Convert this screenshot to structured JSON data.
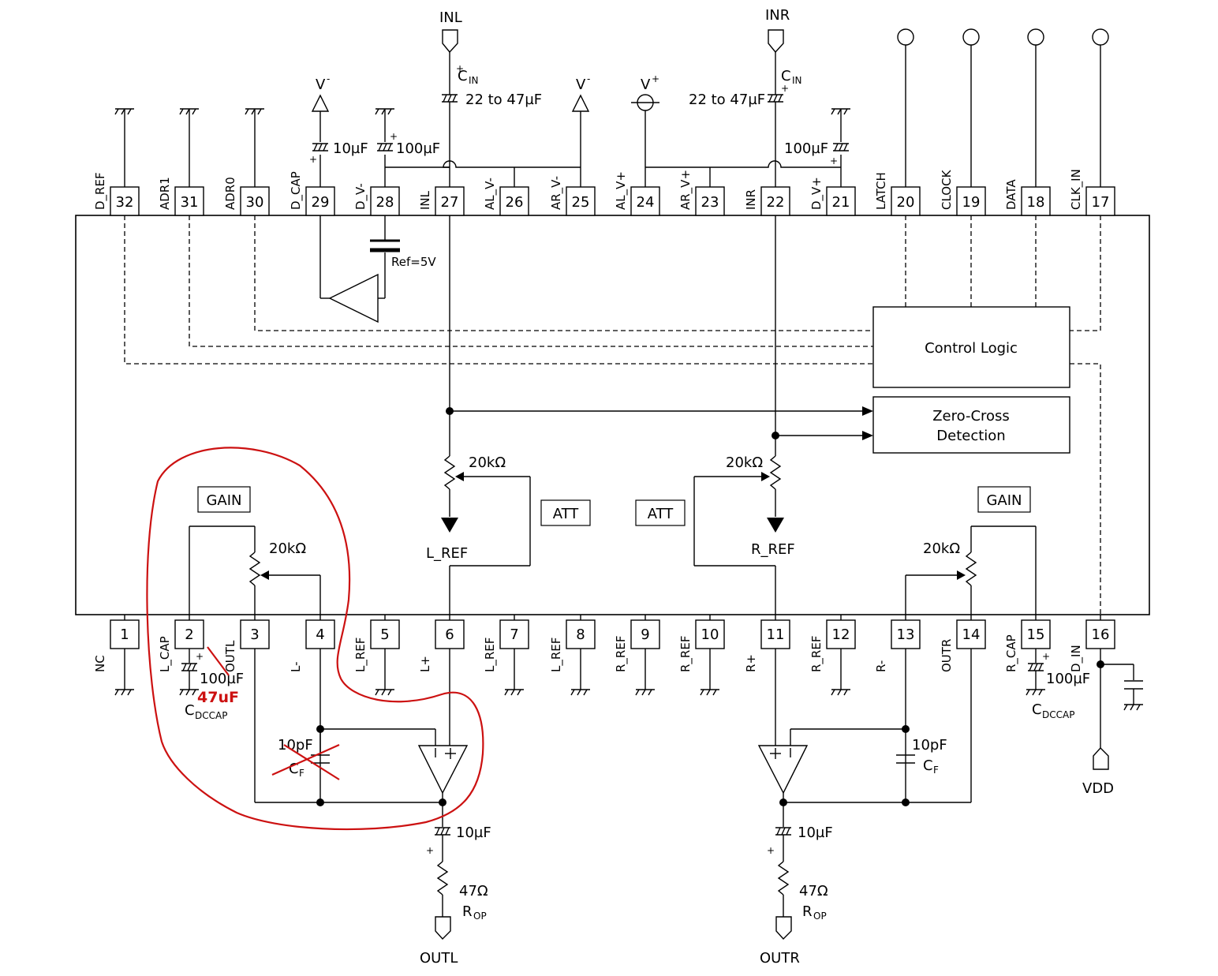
{
  "top_pins": [
    {
      "num": "32",
      "name": "D_REF"
    },
    {
      "num": "31",
      "name": "ADR1"
    },
    {
      "num": "30",
      "name": "ADR0"
    },
    {
      "num": "29",
      "name": "D_CAP"
    },
    {
      "num": "28",
      "name": "D_V-"
    },
    {
      "num": "27",
      "name": "INL"
    },
    {
      "num": "26",
      "name": "AL_V-"
    },
    {
      "num": "25",
      "name": "AR_V-"
    },
    {
      "num": "24",
      "name": "AL_V+"
    },
    {
      "num": "23",
      "name": "AR_V+"
    },
    {
      "num": "22",
      "name": "INR"
    },
    {
      "num": "21",
      "name": "D_V+"
    },
    {
      "num": "20",
      "name": "LATCH"
    },
    {
      "num": "19",
      "name": "CLOCK"
    },
    {
      "num": "18",
      "name": "DATA"
    },
    {
      "num": "17",
      "name": "CLK_IN"
    }
  ],
  "bottom_pins": [
    {
      "num": "1",
      "name": "NC"
    },
    {
      "num": "2",
      "name": "L_CAP"
    },
    {
      "num": "3",
      "name": "OUTL"
    },
    {
      "num": "4",
      "name": "L-"
    },
    {
      "num": "5",
      "name": "L_REF"
    },
    {
      "num": "6",
      "name": "L+"
    },
    {
      "num": "7",
      "name": "L_REF"
    },
    {
      "num": "8",
      "name": "L_REF"
    },
    {
      "num": "9",
      "name": "R_REF"
    },
    {
      "num": "10",
      "name": "R_REF"
    },
    {
      "num": "11",
      "name": "R+"
    },
    {
      "num": "12",
      "name": "R_REF"
    },
    {
      "num": "13",
      "name": "R-"
    },
    {
      "num": "14",
      "name": "OUTR"
    },
    {
      "num": "15",
      "name": "R_CAP"
    },
    {
      "num": "16",
      "name": "D_IN"
    }
  ],
  "labels": {
    "inl": "INL",
    "inr": "INR",
    "vminus": "V",
    "vplus": "V",
    "c_in_main": "C",
    "c_in_sub": "IN",
    "cap_22_47": "22 to 47µF",
    "cap_10u": "10µF",
    "cap_100u": "100µF",
    "ref_5v": "Ref=5V",
    "control_logic": "Control Logic",
    "zero_cross_1": "Zero-Cross",
    "zero_cross_2": "Detection",
    "r_20k": "20kΩ",
    "att": "ATT",
    "gain": "GAIN",
    "l_ref": "L_REF",
    "r_ref": "R_REF",
    "cap_10p": "10pF",
    "c_f_main": "C",
    "c_f_sub": "F",
    "c_dccap_main": "C",
    "c_dccap_sub": "DCCAP",
    "r_47": "47Ω",
    "r_op_main": "R",
    "r_op_sub": "OP",
    "outl": "OUTL",
    "outr": "OUTR",
    "vdd": "VDD",
    "annotation_47u": "47uF"
  }
}
